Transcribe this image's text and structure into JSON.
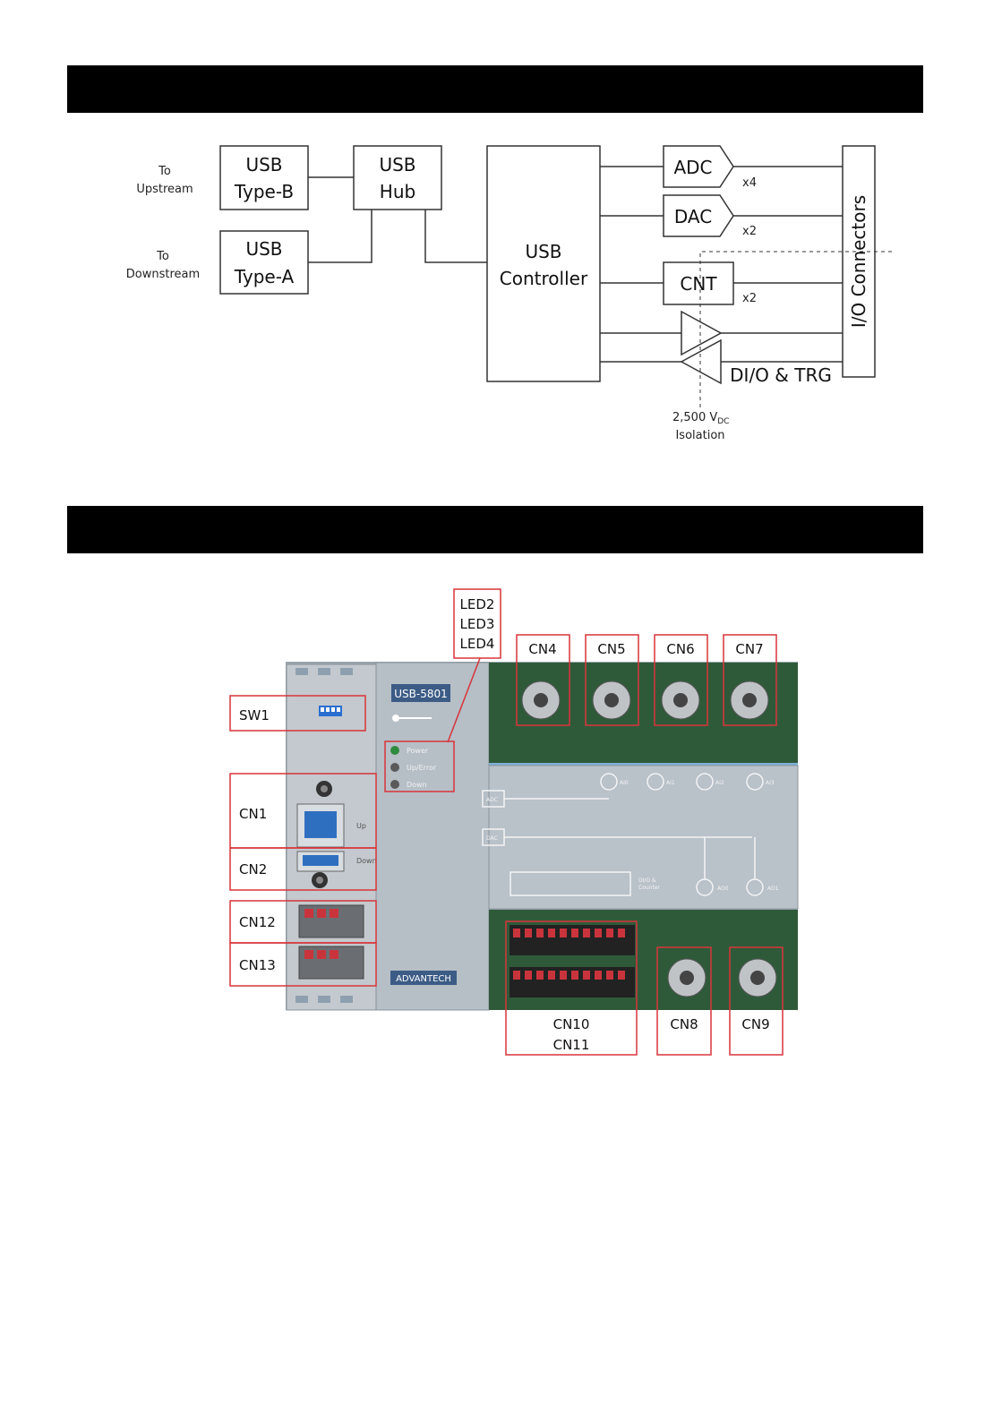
{
  "block_diagram": {
    "left_labels": {
      "upstream": [
        "To",
        "Upstream"
      ],
      "downstream": [
        "To",
        "Downstream"
      ]
    },
    "blocks": {
      "usb_type_b": [
        "USB",
        "Type-B"
      ],
      "usb_type_a": [
        "USB",
        "Type-A"
      ],
      "usb_hub": [
        "USB",
        "Hub"
      ],
      "usb_controller": [
        "USB",
        "Controller"
      ],
      "adc": "ADC",
      "dac": "DAC",
      "cnt": "CNT",
      "dio_trg": "DI/O & TRG",
      "io_connectors": "I/O Connectors"
    },
    "multipliers": {
      "adc": "x4",
      "dac": "x2",
      "cnt": "x2"
    },
    "isolation": {
      "value": "2,500 V",
      "subscript": "DC",
      "label": "Isolation"
    }
  },
  "photo": {
    "callouts": {
      "led": [
        "LED2",
        "LED3",
        "LED4"
      ],
      "cn4": "CN4",
      "cn5": "CN5",
      "cn6": "CN6",
      "cn7": "CN7",
      "sw1": "SW1",
      "cn1": "CN1",
      "cn2": "CN2",
      "cn12": "CN12",
      "cn13": "CN13",
      "cn10_11": [
        "CN10",
        "CN11"
      ],
      "cn8": "CN8",
      "cn9": "CN9"
    },
    "device_labels": {
      "model": "USB-5801",
      "brand": "ADVANTECH",
      "led_power": "Power",
      "led_up_error": "Up/Error",
      "led_down": "Down",
      "port_up": "Up",
      "port_down": "Down",
      "adc": "ADC",
      "dac": "DAC",
      "ai0": "AI0",
      "ai1": "AI1",
      "ai2": "AI2",
      "ai3": "AI3",
      "ao0": "AO0",
      "ao1": "AO1",
      "dio_counter": [
        "DI/O &",
        "Counter"
      ]
    },
    "colors": {
      "callout": "#d8343a",
      "panel": "#b9c1c9",
      "pcb": "#2f5a3a",
      "usb_blue": "#2f6fc0"
    }
  }
}
